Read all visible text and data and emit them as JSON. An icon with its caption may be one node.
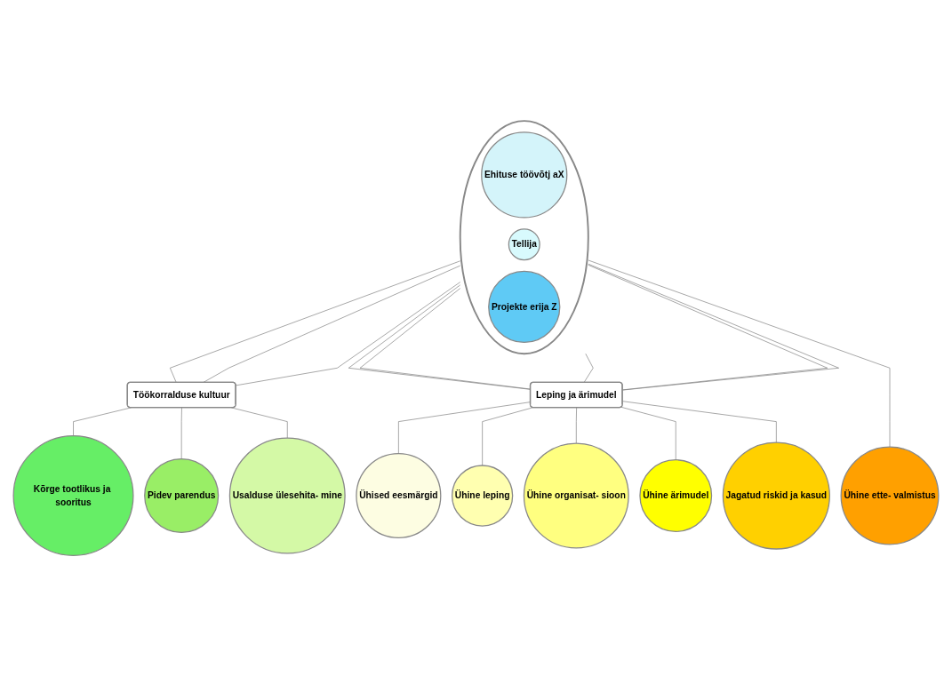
{
  "diagram": {
    "nodes": [
      {
        "text": [],
        "shape": "circle"
      },
      {
        "text": [
          "Ehituse töövõtj aX"
        ],
        "in": 0
      },
      {
        "text": [
          "Tellija"
        ],
        "in": 0
      },
      {
        "text": [
          "Projekte erija Z"
        ],
        "in": 0
      },
      {
        "text": [
          "Töökorralduse kultuur"
        ]
      },
      {
        "text": [
          "Kõrge tootlikus ja sooritus"
        ]
      },
      {
        "text": [
          "Pidev parendus"
        ]
      },
      {
        "text": [
          "Usalduse ülesehita- mine"
        ]
      },
      {
        "text": [
          "Leping ja ärimudel"
        ]
      },
      {
        "text": [
          "Ühised eesmärgid"
        ]
      },
      {
        "text": [
          "Ühine leping"
        ]
      },
      {
        "text": [
          "Ühine organisat- sioon"
        ]
      },
      {
        "text": [
          "Ühine ärimudel"
        ]
      },
      {
        "text": [
          "Jagatud riskid ja kasud"
        ]
      },
      {
        "text": [
          "Ühine ette- valmistus"
        ]
      }
    ],
    "edges": [
      {
        "from": 0,
        "to": 4,
        "arrow": "none"
      },
      {
        "from": 0,
        "to": 4,
        "arrow": "none"
      },
      {
        "from": 0,
        "to": 4,
        "arrow": "none"
      },
      {
        "from": 4,
        "to": 5,
        "arrow": "none"
      },
      {
        "from": 4,
        "to": 6,
        "arrow": "none"
      },
      {
        "from": 4,
        "to": 7,
        "arrow": "none"
      },
      {
        "from": 0,
        "to": 8,
        "arrow": "none"
      },
      {
        "from": 0,
        "to": 8,
        "arrow": "none"
      },
      {
        "from": 0,
        "to": 8,
        "arrow": "none"
      },
      {
        "from": 0,
        "to": 8,
        "arrow": "none"
      },
      {
        "from": 0,
        "to": 8,
        "arrow": "none"
      },
      {
        "from": 8,
        "to": 9,
        "arrow": "none"
      },
      {
        "from": 8,
        "to": 10,
        "arrow": "none"
      },
      {
        "from": 8,
        "to": 11,
        "arrow": "none"
      },
      {
        "from": 8,
        "to": 12,
        "arrow": "none"
      },
      {
        "from": 8,
        "to": 13,
        "arrow": "none"
      },
      {
        "from": 0,
        "to": 14,
        "arrow": "none"
      }
    ]
  }
}
